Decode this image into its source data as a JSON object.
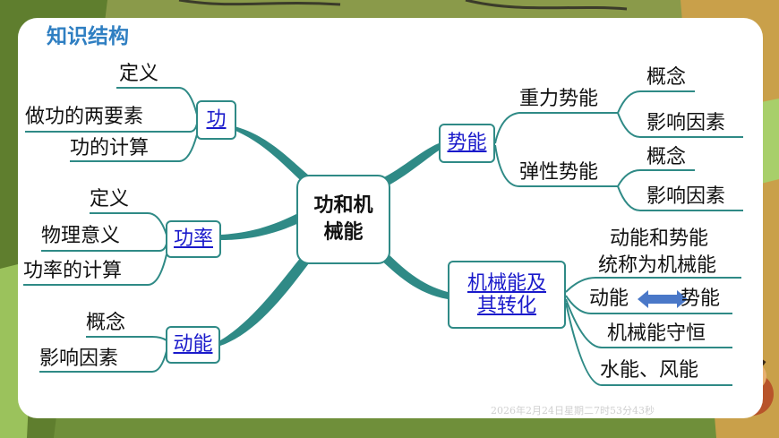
{
  "header": {
    "title": "知识结构"
  },
  "center": {
    "line1": "功和机",
    "line2": "械能"
  },
  "left": {
    "work": {
      "label": "功",
      "items": [
        "定义",
        "做功的两要素",
        "功的计算"
      ]
    },
    "power": {
      "label": "功率",
      "items": [
        "定义",
        "物理意义",
        "功率的计算"
      ]
    },
    "kinetic": {
      "label": "动能",
      "items": [
        "概念",
        "影响因素"
      ]
    }
  },
  "right": {
    "potential": {
      "label": "势能",
      "gravitational": {
        "label": "重力势能",
        "items": [
          "概念",
          "影响因素"
        ]
      },
      "elastic": {
        "label": "弹性势能",
        "items": [
          "概念",
          "影响因素"
        ]
      }
    },
    "mechanical": {
      "label_line1": "机械能及",
      "label_line2": "其转化",
      "item1_line1": "动能和势能",
      "item1_line2": "统称为机械能",
      "conversion": {
        "left": "动能",
        "right": "势能"
      },
      "item3": "机械能守恒",
      "item4": "水能、风能"
    }
  },
  "timestamp": "2026年2月24日星期二7时53分43秒",
  "colors": {
    "branch": "#2f8a86",
    "link": "#1a1acb",
    "title": "#2f7fc2",
    "arrow": "#4a78c8"
  }
}
